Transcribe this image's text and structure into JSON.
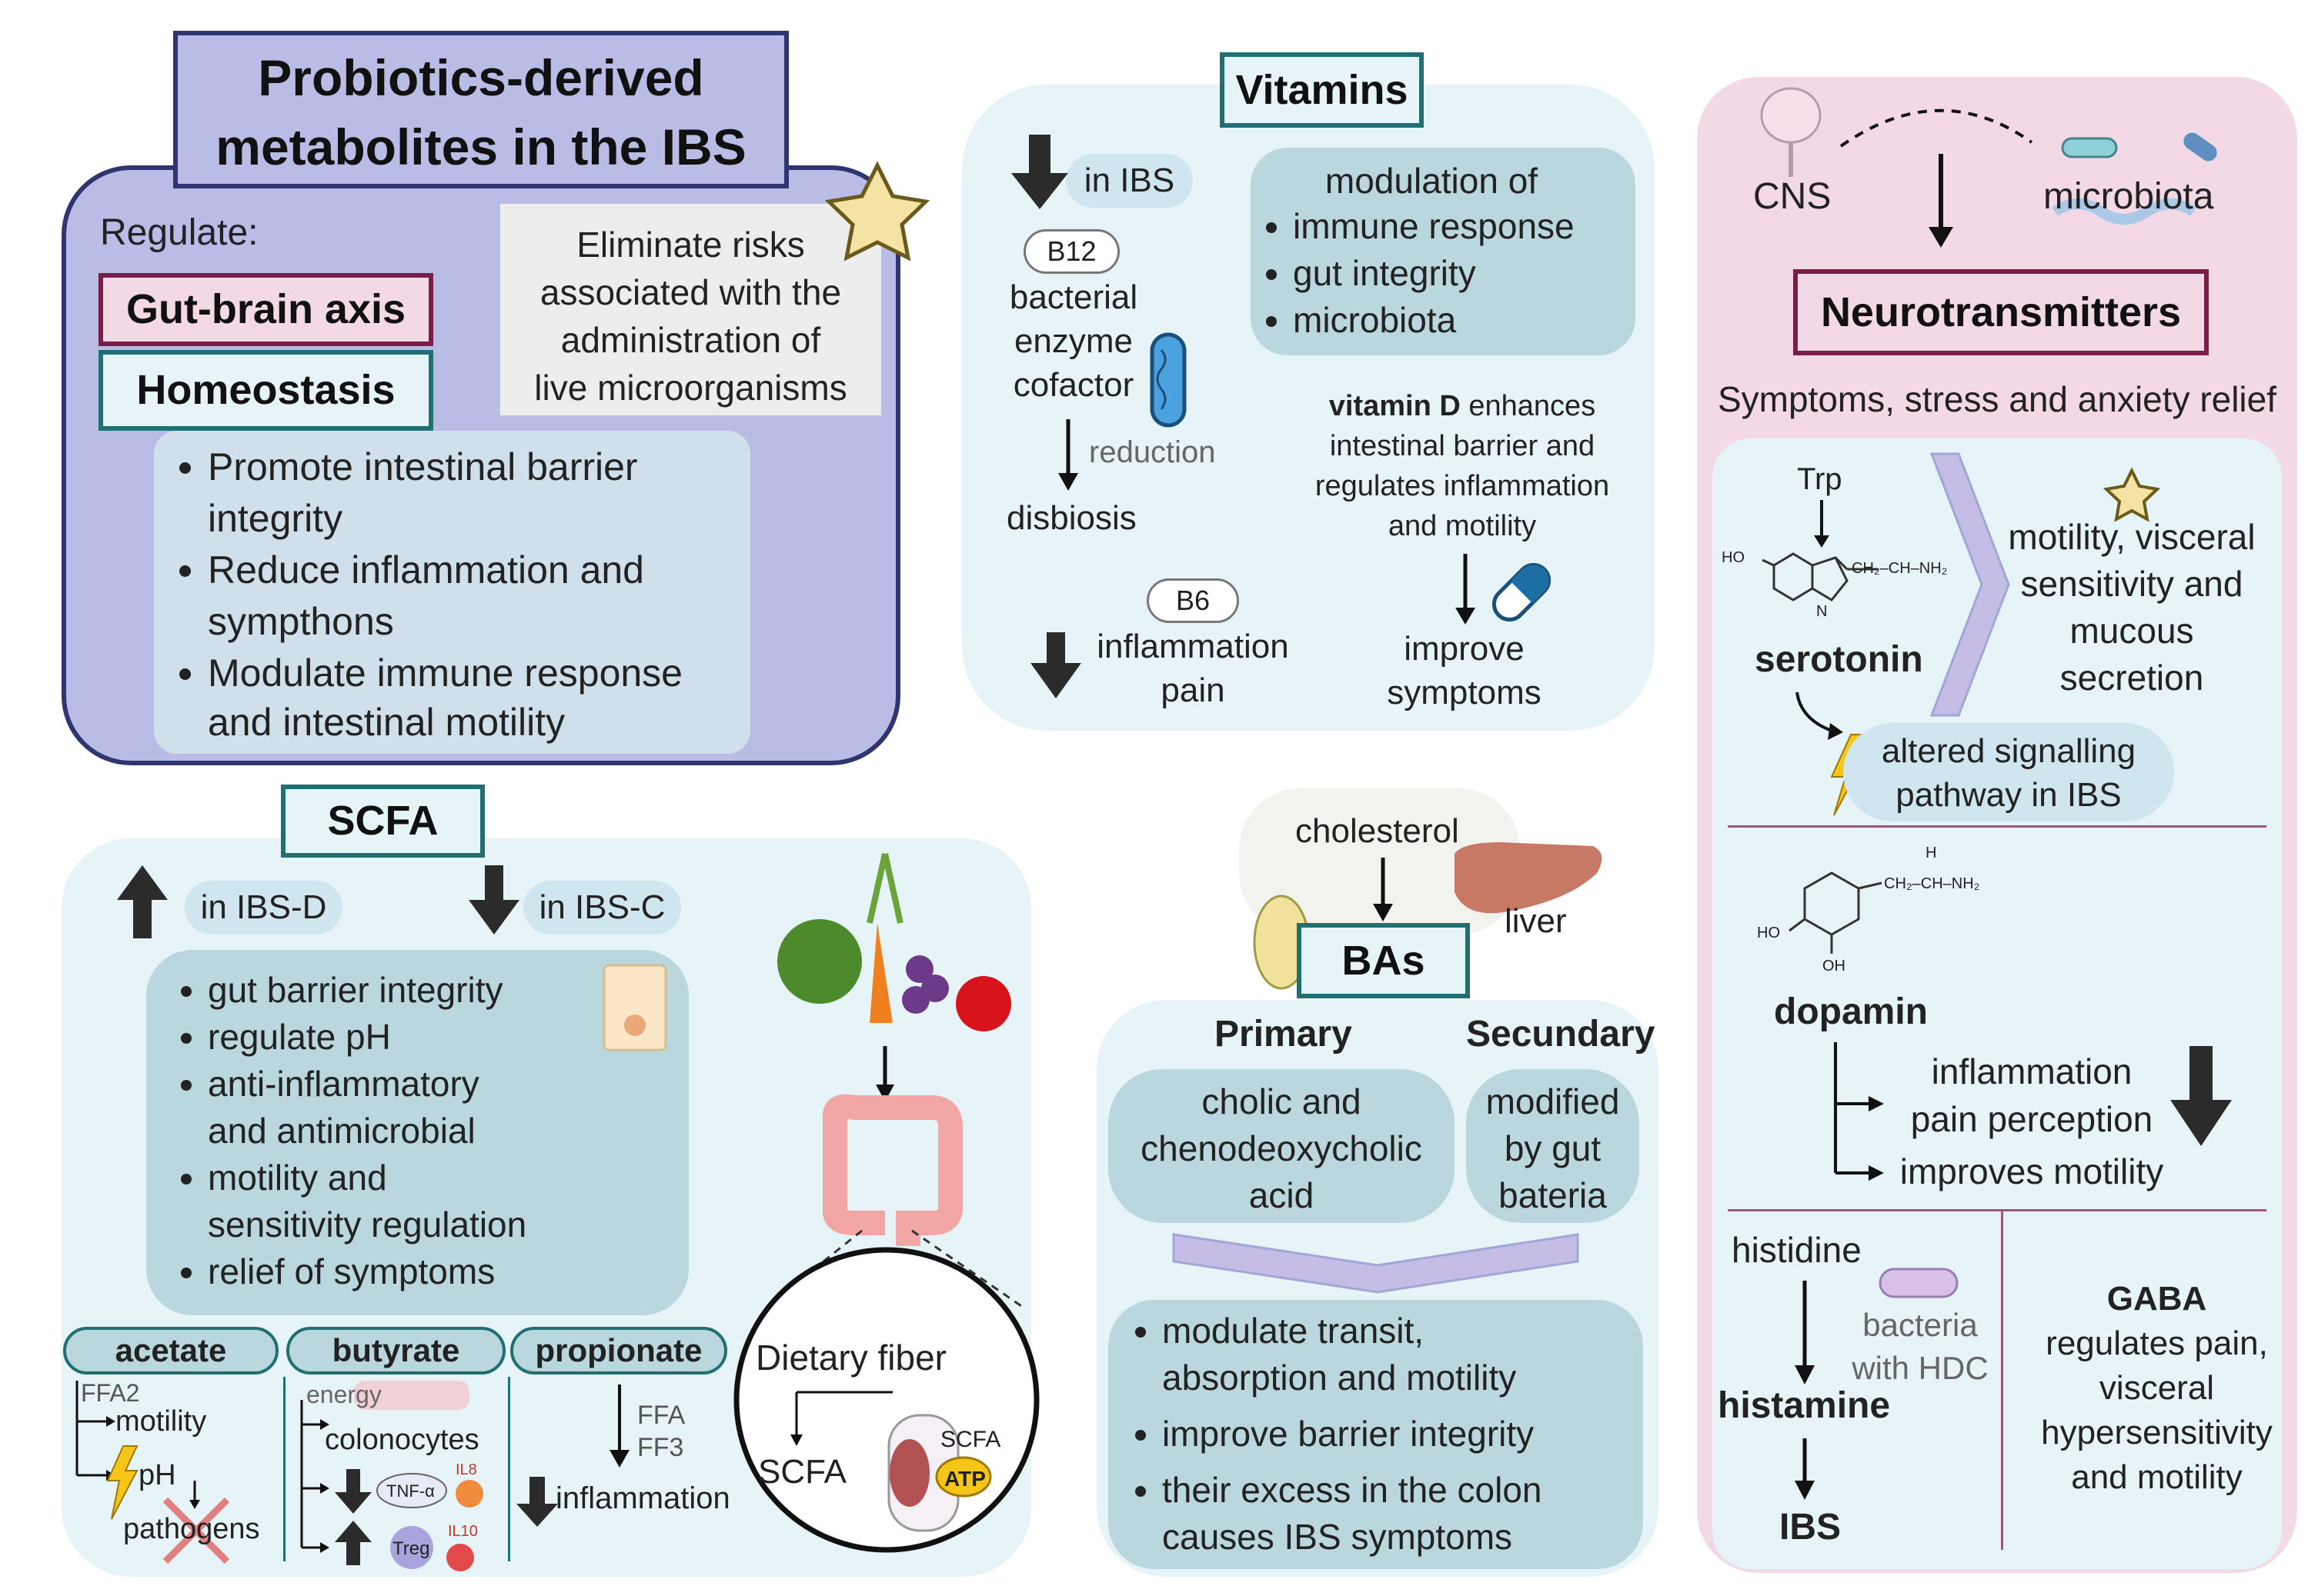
{
  "colors": {
    "purple_panel": "#b9bde6",
    "purple_border": "#2e3570",
    "light_blue_panel": "#e6f4f8",
    "teal_box": "#b9d7dd",
    "teal_border": "#1f6f73",
    "pink_panel": "#f3d9e6",
    "maroon_border": "#7a1d49",
    "pill": "#cfe6ee"
  },
  "probiotics": {
    "title_line1": "Probiotics-derived",
    "title_line2": "metabolites in the IBS",
    "regulate": "Regulate:",
    "gut_brain": "Gut-brain axis",
    "homeostasis": "Homeostasis",
    "eliminate_l1": "Eliminate risks",
    "eliminate_l2": "associated with the",
    "eliminate_l3": "administration of",
    "eliminate_l4": "live microorganisms",
    "b1_l1": "Promote intestinal barrier",
    "b1_l2": "integrity",
    "b2_l1": "Reduce inflammation and",
    "b2_l2": "sympthons",
    "b3_l1": "Modulate immune response",
    "b3_l2": "and intestinal motility"
  },
  "vitamins": {
    "title": "Vitamins",
    "in_ibs": "in IBS",
    "b12": "B12",
    "bacterial": "bacterial",
    "enzyme": "enzyme",
    "cofactor": "cofactor",
    "reduction": "reduction",
    "disbiosis": "disbiosis",
    "modulation": "modulation of",
    "m1": "immune response",
    "m2": "gut integrity",
    "m3": "microbiota",
    "vitd_bold": "vitamin D",
    "vitd_l1": " enhances",
    "vitd_l2": "intestinal barrier and",
    "vitd_l3": "regulates inflammation",
    "vitd_l4": "and motility",
    "b6": "B6",
    "inflammation": "inflammation",
    "pain": "pain",
    "improve": "improve",
    "symptoms": "symptoms"
  },
  "neuro": {
    "cns": "CNS",
    "microbiota": "microbiota",
    "title": "Neurotransmitters",
    "subtitle": "Symptoms, stress and anxiety relief",
    "trp": "Trp",
    "serotonin": "serotonin",
    "mot_l1": "motility, visceral",
    "mot_l2": "sensitivity and",
    "mot_l3": "mucous",
    "mot_l4": "secretion",
    "alt_l1": "altered signalling",
    "alt_l2": "pathway in IBS",
    "dopamin": "dopamin",
    "infl": "inflammation",
    "pain_perception": "pain perception",
    "improves_motility": "improves motility",
    "histidine": "histidine",
    "bacteria": "bacteria",
    "with_hdc": "with HDC",
    "histamine": "histamine",
    "ibs": "IBS",
    "gaba": "GABA",
    "gaba_l1": "regulates pain,",
    "gaba_l2": "visceral",
    "gaba_l3": "hypersensitivity",
    "gaba_l4": "and motility",
    "chem_ho": "HO",
    "chem_ho2": "HO",
    "chem_oh": "OH",
    "chem_n": "N",
    "chem_h": "H",
    "chem_chain": "CH₂–CH–NH₂"
  },
  "scfa": {
    "title": "SCFA",
    "in_ibs_d": "in IBS-D",
    "in_ibs_c": "in IBS-C",
    "b1": "gut barrier integrity",
    "b2": "regulate pH",
    "b3_l1": "anti-inflammatory",
    "b3_l2": "and antimicrobial",
    "b4_l1": "motility and",
    "b4_l2": "sensitivity regulation",
    "b5": "relief of symptoms",
    "acetate": "acetate",
    "butyrate": "butyrate",
    "propionate": "propionate",
    "ffa2": "FFA2",
    "motility": "motility",
    "ph": "pH",
    "pathogens": "pathogens",
    "energy": "energy",
    "colonocytes": "colonocytes",
    "tnf": "TNF-α",
    "il8": "IL8",
    "treg": "Treg",
    "il10": "IL10",
    "ffa": "FFA",
    "ff3": "FF3",
    "inflammation": "inflammation",
    "dietary_fiber": "Dietary fiber",
    "scfa_small": "SCFA",
    "scfa_big": "SCFA",
    "atp": "ATP"
  },
  "bas": {
    "cholesterol": "cholesterol",
    "liver": "liver",
    "title": "BAs",
    "primary": "Primary",
    "secundary": "Secundary",
    "cholic_l1": "cholic and",
    "cholic_l2": "chenodeoxycholic",
    "cholic_l3": "acid",
    "mod_l1": "modified",
    "mod_l2": "by gut",
    "mod_l3": "bateria",
    "b1_l1": "modulate transit,",
    "b1_l2": "absorption and motility",
    "b2": "improve barrier integrity",
    "b3_l1": "their excess in the colon",
    "b3_l2": "causes IBS symptoms"
  }
}
